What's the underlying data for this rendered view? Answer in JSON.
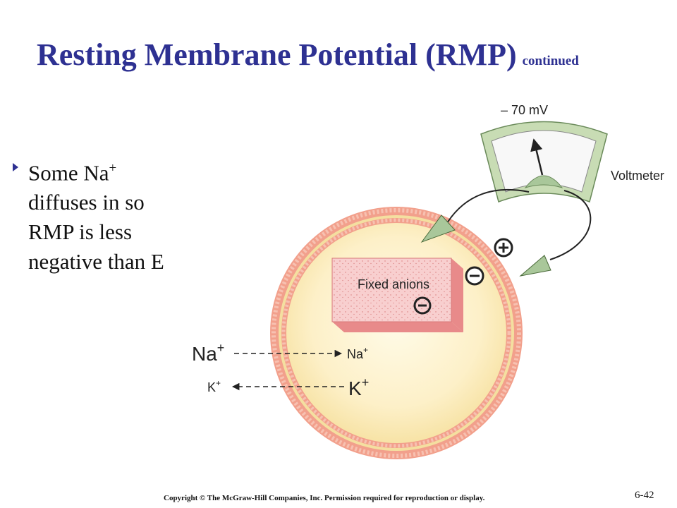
{
  "slide": {
    "title": "Resting Membrane Potential (RMP)",
    "title_suffix": "continued",
    "bullet": {
      "line1": "Some Na",
      "line1_sup": "+",
      "line2": "diffuses in so",
      "line3": "RMP is less",
      "line4": "negative than E"
    },
    "copyright": "Copyright © The McGraw-Hill Companies, Inc. Permission required for reproduction or display.",
    "slide_number": "6-42"
  },
  "diagram": {
    "voltmeter_reading": "– 70 mV",
    "voltmeter_label": "Voltmeter",
    "fixed_anions_label": "Fixed anions",
    "na_outside": "Na",
    "na_outside_sup": "+",
    "na_inside": "Na",
    "na_inside_sup": "+",
    "k_outside": "K",
    "k_outside_sup": "+",
    "k_inside": "K",
    "k_inside_sup": "+",
    "colors": {
      "title": "#2e3192",
      "membrane": "#f2a08c",
      "cytoplasm": "#fdf0c8",
      "anion_box": "#f8c8c8",
      "voltmeter_frame": "#c8dcb4"
    }
  }
}
